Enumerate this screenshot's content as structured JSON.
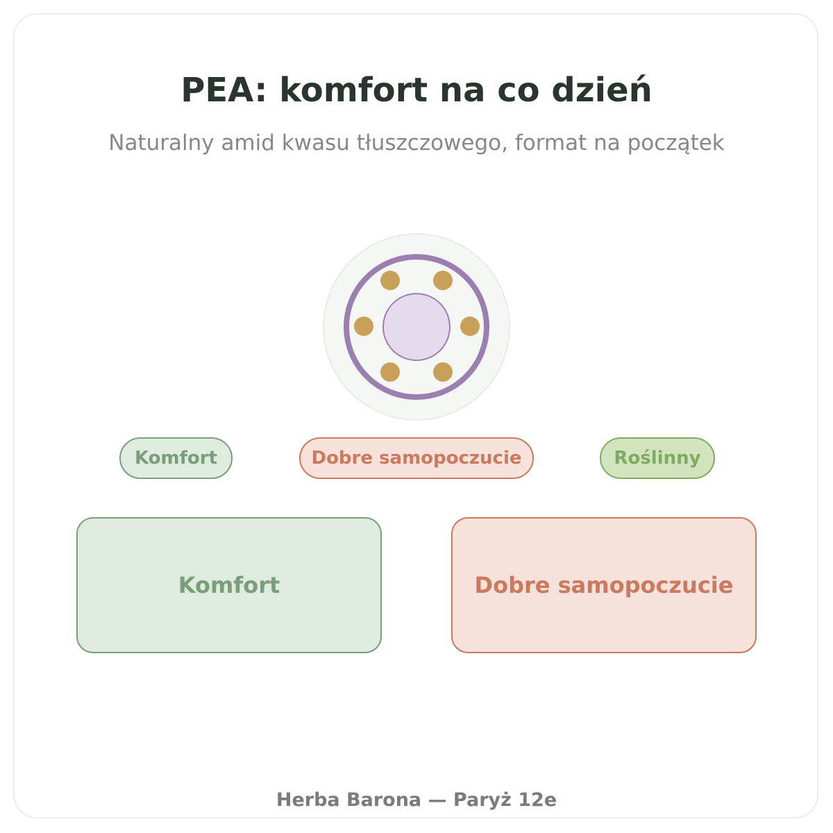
{
  "header": {
    "title": "PEA: komfort na co dzień",
    "subtitle": "Naturalny amid kwasu tłuszczowego, format na początek"
  },
  "emblem": {
    "icon": "capsule-ring-icon",
    "colors": {
      "halo": "#f4f7f4",
      "ring": "#9b7fb0",
      "core": "#e4dcec",
      "dots": "#c9a05a"
    }
  },
  "tags": [
    {
      "label": "Komfort",
      "color": "#7a9e7c"
    },
    {
      "label": "Dobre samopoczucie",
      "color": "#cc7a5f"
    },
    {
      "label": "Roślinny",
      "color": "#7fab62"
    }
  ],
  "cards": [
    {
      "label": "Komfort",
      "color": "#7a9e7c"
    },
    {
      "label": "Dobre samopoczucie",
      "color": "#cc7a5f"
    }
  ],
  "footer": {
    "text": "Herba Barona — Paryż 12e"
  }
}
